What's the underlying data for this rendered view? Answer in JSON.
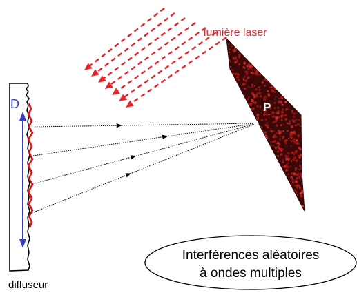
{
  "labels": {
    "laser": "lumière laser",
    "dimension": "D",
    "point": "P",
    "diffuser": "diffuseur",
    "caption_line1": "Interférences aléatoires",
    "caption_line2": "à ondes multiples"
  },
  "colors": {
    "laser": "#e8242b",
    "diffuser_edge": "#dd1111",
    "dimension": "#3a3fc0",
    "screen_base": "#3b0808",
    "screen_speckle": "#b01818",
    "ray": "#000000",
    "text": "#000000"
  }
}
